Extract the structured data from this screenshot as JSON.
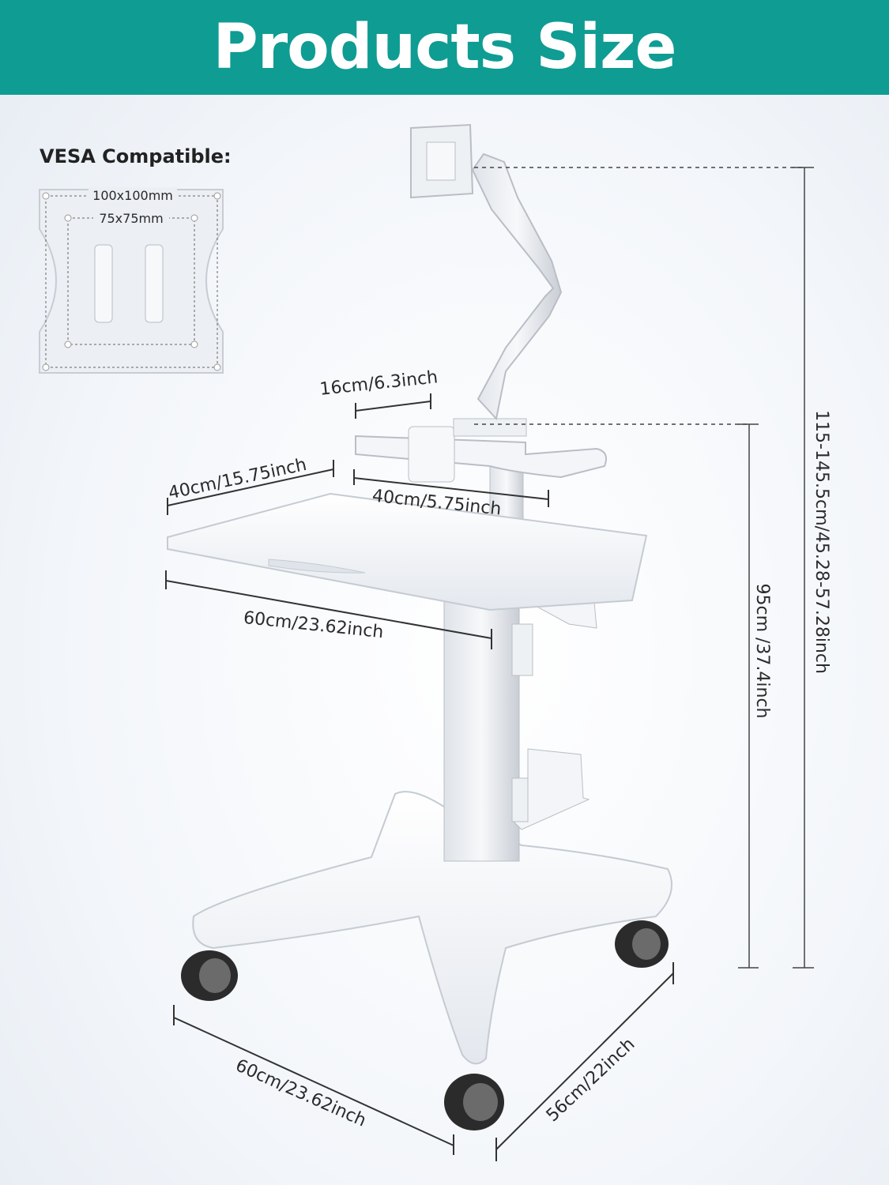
{
  "banner": {
    "title": "Products Size",
    "color": "#0f9c93"
  },
  "vesa": {
    "heading": "VESA Compatible:",
    "outer_label": "100x100mm",
    "inner_label": "75x75mm"
  },
  "dimensions": {
    "tray_depth": "16cm/6.3inch",
    "desk_depth": "40cm/15.75inch",
    "tray_width": "40cm/5.75inch",
    "desk_width": "60cm/23.62inch",
    "base_width": "60cm/23.62inch",
    "base_depth": "56cm/22inch",
    "desk_height": "95cm /37.4inch",
    "total_height": "115-145.5cm/45.28-57.28inch"
  }
}
